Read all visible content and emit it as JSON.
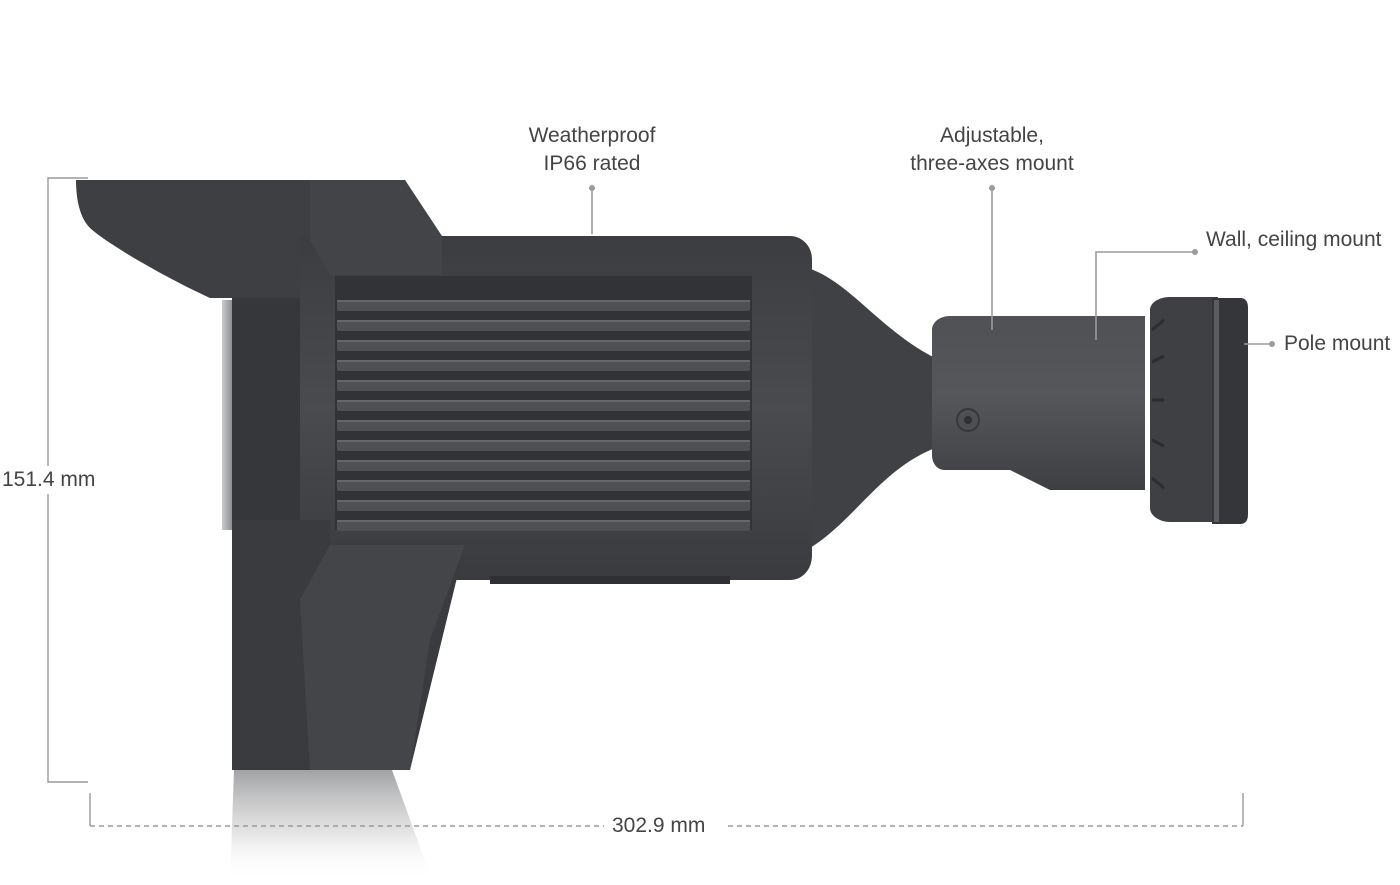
{
  "callouts": {
    "weatherproof": [
      "Weatherproof",
      "IP66 rated"
    ],
    "adjustable": [
      "Adjustable,",
      "three-axes mount"
    ],
    "wall_ceiling": "Wall, ceiling mount",
    "pole": "Pole mount"
  },
  "dimensions": {
    "height": "151.4 mm",
    "length": "302.9 mm"
  },
  "colors": {
    "body": "#46474a",
    "body_dark": "#2f3033",
    "body_light": "#5a5b5e",
    "text": "#444444",
    "lines": "#9a9a9a"
  }
}
